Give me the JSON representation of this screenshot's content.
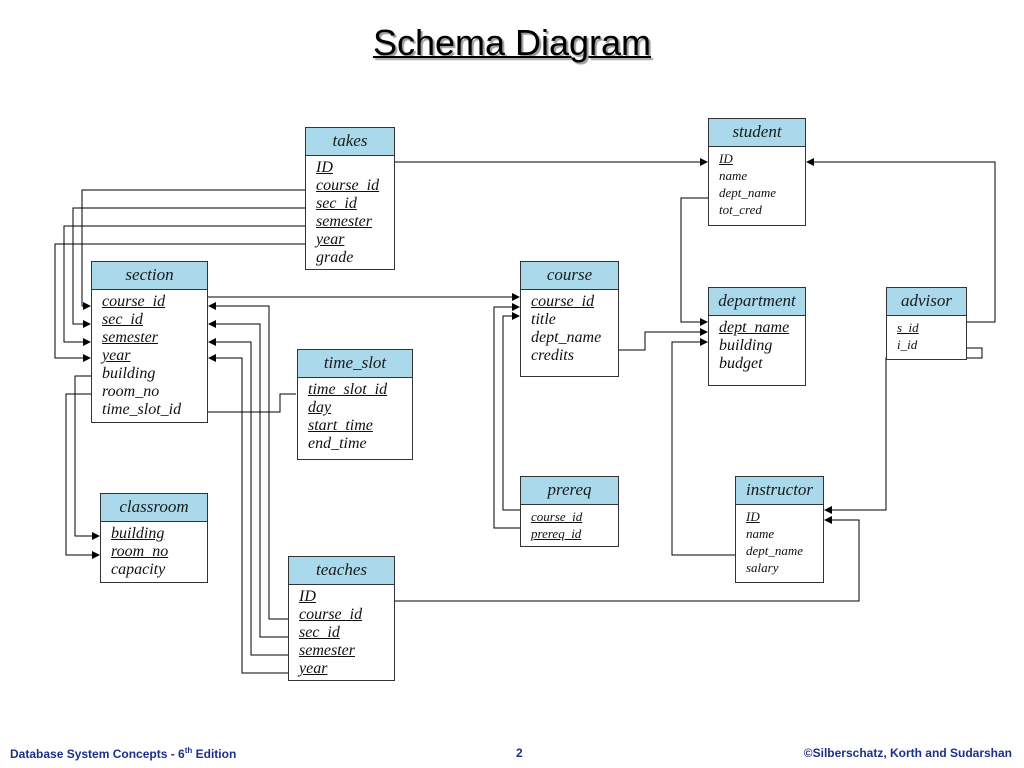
{
  "title": "Schema Diagram",
  "tables": {
    "takes": {
      "name": "takes",
      "attributes": [
        {
          "name": "ID",
          "pk": true
        },
        {
          "name": "course_id",
          "pk": true
        },
        {
          "name": "sec_id",
          "pk": true
        },
        {
          "name": "semester",
          "pk": true
        },
        {
          "name": "year",
          "pk": true
        },
        {
          "name": "grade",
          "pk": false
        }
      ]
    },
    "student": {
      "name": "student",
      "attributes": [
        {
          "name": "ID",
          "pk": true
        },
        {
          "name": "name",
          "pk": false
        },
        {
          "name": "dept_name",
          "pk": false
        },
        {
          "name": "tot_cred",
          "pk": false
        }
      ]
    },
    "section": {
      "name": "section",
      "attributes": [
        {
          "name": "course_id",
          "pk": true
        },
        {
          "name": "sec_id",
          "pk": true
        },
        {
          "name": "semester",
          "pk": true
        },
        {
          "name": "year",
          "pk": true
        },
        {
          "name": "building",
          "pk": false
        },
        {
          "name": "room_no",
          "pk": false
        },
        {
          "name": "time_slot_id",
          "pk": false
        }
      ]
    },
    "course": {
      "name": "course",
      "attributes": [
        {
          "name": "course_id",
          "pk": true
        },
        {
          "name": "title",
          "pk": false
        },
        {
          "name": "dept_name",
          "pk": false
        },
        {
          "name": "credits",
          "pk": false
        }
      ]
    },
    "department": {
      "name": "department",
      "attributes": [
        {
          "name": "dept_name",
          "pk": true
        },
        {
          "name": "building",
          "pk": false
        },
        {
          "name": "budget",
          "pk": false
        }
      ]
    },
    "advisor": {
      "name": "advisor",
      "attributes": [
        {
          "name": "s_id",
          "pk": true
        },
        {
          "name": "i_id",
          "pk": false
        }
      ]
    },
    "time_slot": {
      "name": "time_slot",
      "attributes": [
        {
          "name": "time_slot_id",
          "pk": true
        },
        {
          "name": "day",
          "pk": true
        },
        {
          "name": "start_time",
          "pk": true
        },
        {
          "name": "end_time",
          "pk": false
        }
      ]
    },
    "classroom": {
      "name": "classroom",
      "attributes": [
        {
          "name": "building",
          "pk": true
        },
        {
          "name": "room_no",
          "pk": true
        },
        {
          "name": "capacity",
          "pk": false
        }
      ]
    },
    "prereq": {
      "name": "prereq",
      "attributes": [
        {
          "name": "course_id",
          "pk": true
        },
        {
          "name": "prereq_id",
          "pk": true
        }
      ]
    },
    "instructor": {
      "name": "instructor",
      "attributes": [
        {
          "name": "ID",
          "pk": true
        },
        {
          "name": "name",
          "pk": false
        },
        {
          "name": "dept_name",
          "pk": false
        },
        {
          "name": "salary",
          "pk": false
        }
      ]
    },
    "teaches": {
      "name": "teaches",
      "attributes": [
        {
          "name": "ID",
          "pk": true
        },
        {
          "name": "course_id",
          "pk": true
        },
        {
          "name": "sec_id",
          "pk": true
        },
        {
          "name": "semester",
          "pk": true
        },
        {
          "name": "year",
          "pk": true
        }
      ]
    }
  },
  "footer": {
    "left_text": "Database System Concepts - 6",
    "left_sup": "th",
    "left_suffix": " Edition",
    "page": "2",
    "right_text": "©Silberschatz, Korth and Sudarshan"
  },
  "colors": {
    "header_fill": "#a9d9ea",
    "footer_text": "#1c2f8a"
  }
}
